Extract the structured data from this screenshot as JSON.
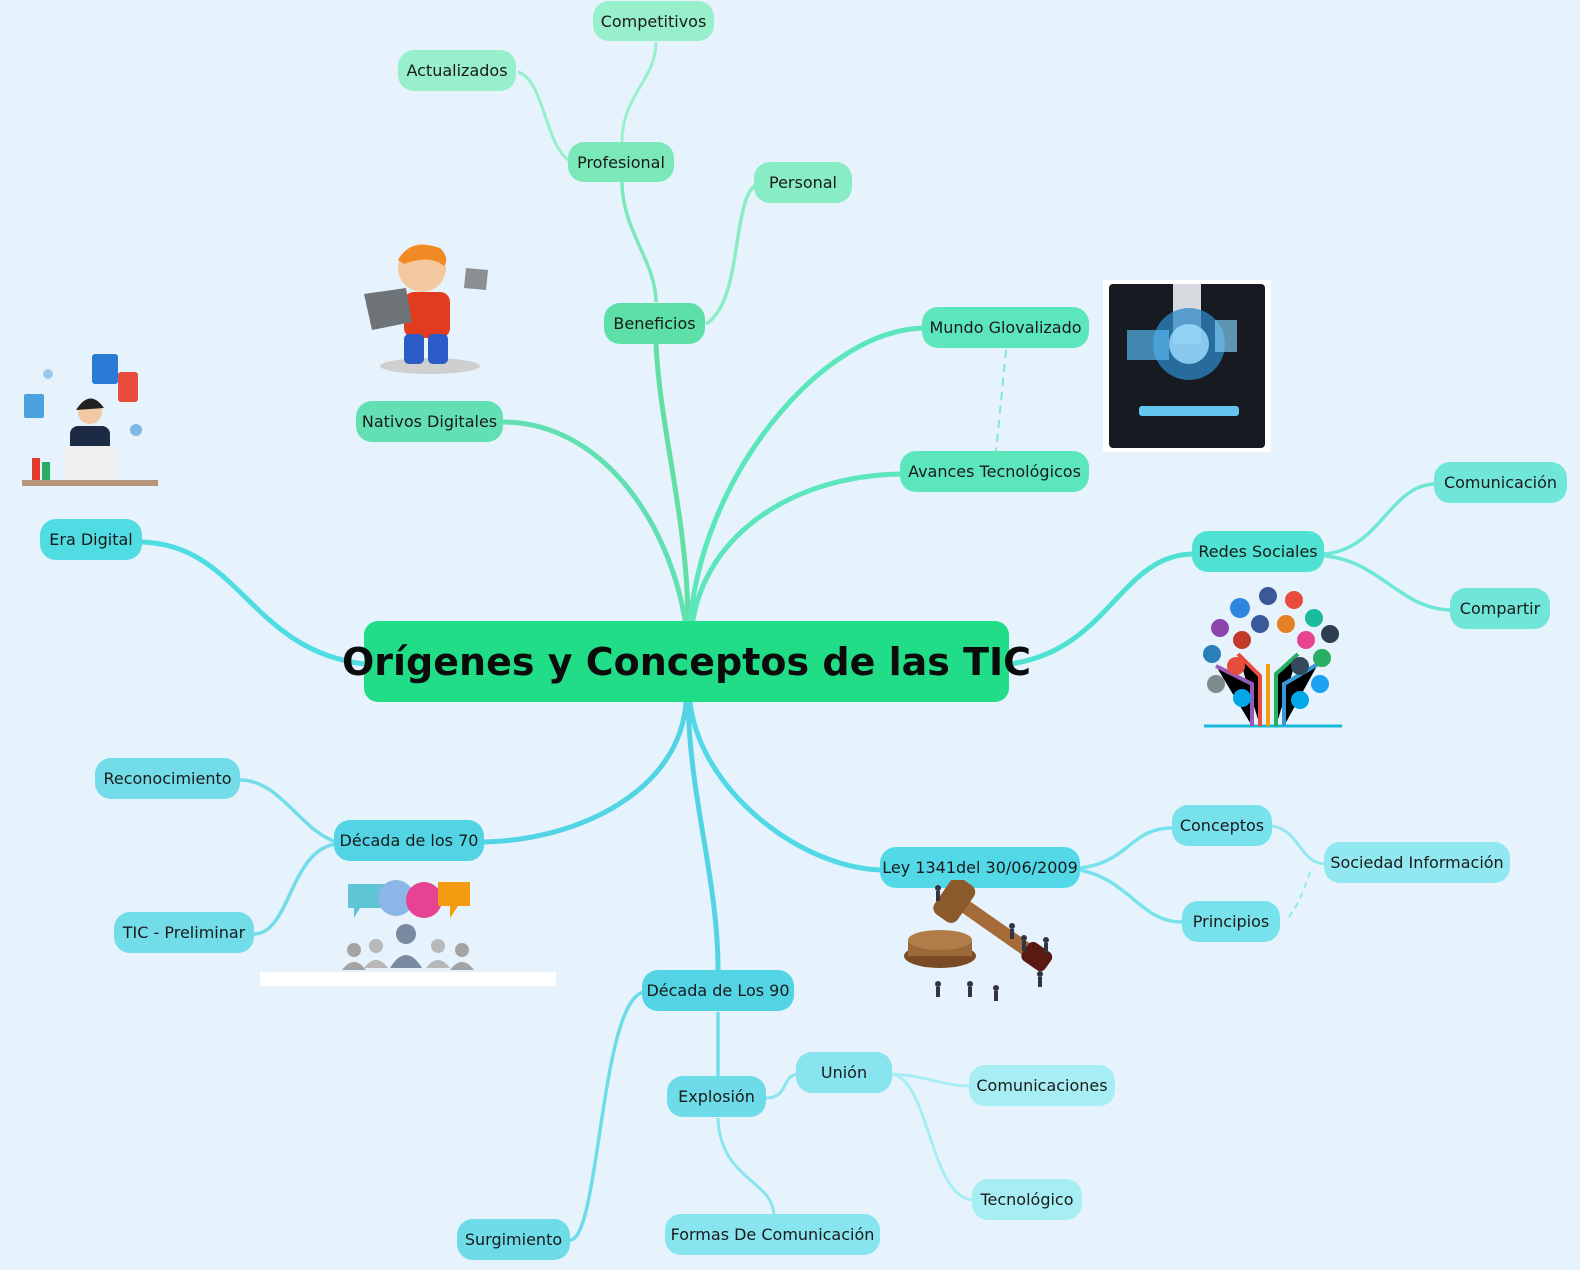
{
  "map": {
    "central": "Orígenes y Conceptos de las TIC",
    "nodes": {
      "beneficios": "Beneficios",
      "profesional": "Profesional",
      "competitivos": "Competitivos",
      "actualizados": "Actualizados",
      "personal": "Personal",
      "nativos": "Nativos Digitales",
      "mundo": "Mundo Glovalizado",
      "avances": "Avances Tecnológicos",
      "era": "Era Digital",
      "redes": "Redes Sociales",
      "comunicacion": "Comunicación",
      "compartir": "Compartir",
      "decada70": "Década de los 70",
      "reconocimiento": "Reconocimiento",
      "ticpre": "TIC - Preliminar",
      "ley": "Ley 1341del 30/06/2009",
      "conceptos": "Conceptos",
      "principios": "Principios",
      "sociedad": "Sociedad Información",
      "decada90": "Década de Los 90",
      "surgimiento": "Surgimiento",
      "explosion": "Explosión",
      "union": "Unión",
      "comunicaciones": "Comunicaciones",
      "tecnologico": "Tecnológico",
      "formas": "Formas De Comunicación"
    }
  },
  "colors": {
    "background": "#e6f3fd",
    "central": "#22dd88",
    "green_branch": "#5ce0a8",
    "teal_branch": "#55e4c8",
    "cyan_branch": "#55d8e8"
  },
  "images": [
    "child-with-laptop-illustration",
    "office-worker-illustration",
    "hands-holding-tablet-photo",
    "social-media-tree-illustration",
    "speech-bubbles-people-illustration",
    "gavel-and-people-illustration"
  ]
}
